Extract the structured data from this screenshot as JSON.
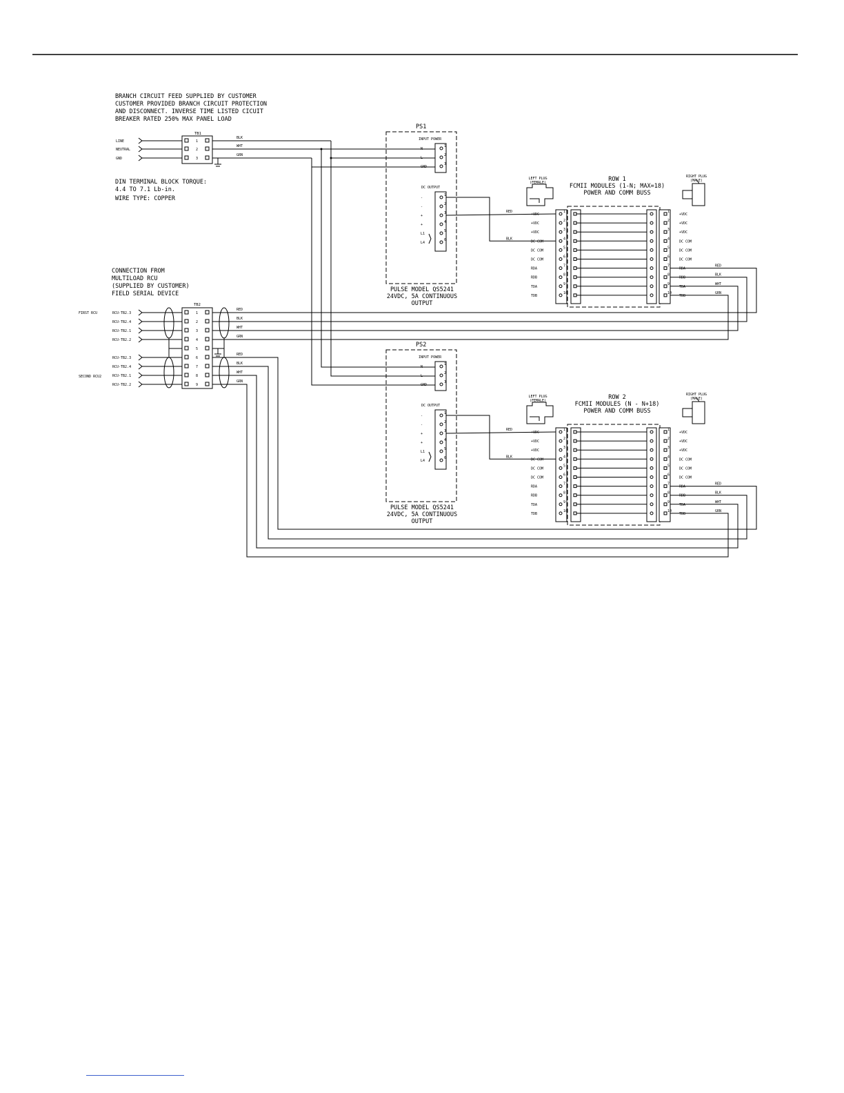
{
  "notes": {
    "branch_circuit": [
      "BRANCH CIRCUIT FEED SUPPLIED BY CUSTOMER",
      "CUSTOMER PROVIDED BRANCH CIRCUIT PROTECTION",
      "AND DISCONNECT. INVERSE TIME LISTED CICUIT",
      "BREAKER RATED 250% MAX PANEL LOAD"
    ],
    "din_block": [
      "DIN TERMINAL BLOCK TORQUE:",
      "4.4 TO 7.1 Lb-in.",
      "WIRE TYPE: COPPER"
    ],
    "connection": [
      "CONNECTION FROM",
      "MULTILOAD RCU",
      "(SUPPLIED BY CUSTOMER)",
      "FIELD SERIAL DEVICE"
    ]
  },
  "tb1": {
    "label": "TB1",
    "inputs": [
      "LINE",
      "NEUTRAL",
      "GND"
    ],
    "numbers": [
      "1",
      "2",
      "3"
    ],
    "wires": [
      "BLK",
      "WHT",
      "GRN"
    ]
  },
  "tb2": {
    "label": "TB2",
    "first_label": "FIRST RCU",
    "second_label": "SECOND RCU2",
    "inputs": [
      "RCU-TB2.3",
      "RCU-TB2.4",
      "RCU-TB2.1",
      "RCU-TB2.2",
      "RCU-TB2.3",
      "RCU-TB2.4",
      "RCU-TB2.1",
      "RCU-TB2.2"
    ],
    "numbers": [
      "1",
      "2",
      "3",
      "4",
      "5",
      "6",
      "7",
      "8",
      "9"
    ],
    "wires": [
      "RED",
      "BLK",
      "WHT",
      "GRN",
      "RED",
      "BLK",
      "WHT",
      "GRN"
    ]
  },
  "ps": [
    {
      "label": "PS1",
      "input_title": "INPUT POWER",
      "input_pins": [
        "N",
        "L",
        "GND"
      ],
      "dc_title": "DC OUTPUT",
      "dc_pins": [
        "-",
        "-",
        "+",
        "+",
        "L1",
        "L4"
      ],
      "model": [
        "PULSE MODEL QS5241",
        "24VDC, 5A CONTINUOUS",
        "OUTPUT"
      ]
    },
    {
      "label": "PS2",
      "input_title": "INPUT POWER",
      "input_pins": [
        "N",
        "L",
        "GND"
      ],
      "dc_title": "DC OUTPUT",
      "dc_pins": [
        "-",
        "-",
        "+",
        "+",
        "L1",
        "L4"
      ],
      "model": [
        "PULSE MODEL QS5241",
        "24VDC, 5A CONTINUOUS",
        "OUTPUT"
      ]
    }
  ],
  "rows": [
    {
      "title": [
        "ROW 1",
        "FCMII MODULES (1-N; MAX=18)",
        "POWER AND COMM BUSS"
      ],
      "left_plug": [
        "LEFT PLUG",
        "(FEMALE)"
      ],
      "right_plug": [
        "RIGHT PLUG",
        "(MALE)"
      ],
      "left_labels": [
        "+VDC",
        "+VDC",
        "+VDC",
        "DC COM",
        "DC COM",
        "DC COM",
        "RDA",
        "RDB",
        "TDA",
        "TDB"
      ],
      "right_labels": [
        "+VDC",
        "+VDC",
        "+VDC",
        "DC COM",
        "DC COM",
        "DC COM",
        "RDA",
        "RDB",
        "TDA",
        "TDB"
      ],
      "pin_numbers": [
        "1",
        "2",
        "3",
        "4",
        "5",
        "6",
        "7",
        "8",
        "9",
        "10"
      ],
      "ps_wires": [
        "RED",
        "BLK"
      ],
      "comm_wires": [
        "RED",
        "BLK",
        "WHT",
        "GRN"
      ]
    },
    {
      "title": [
        "ROW 2",
        "FCMII MODULES (N - N+18)",
        "POWER AND COMM BUSS"
      ],
      "left_plug": [
        "LEFT PLUG",
        "(FEMALE)"
      ],
      "right_plug": [
        "RIGHT PLUG",
        "(MALE)"
      ],
      "left_labels": [
        "+VDC",
        "+VDC",
        "+VDC",
        "DC COM",
        "DC COM",
        "DC COM",
        "RDA",
        "RDB",
        "TDA",
        "TDB"
      ],
      "right_labels": [
        "+VDC",
        "+VDC",
        "+VDC",
        "DC COM",
        "DC COM",
        "DC COM",
        "RDA",
        "RDB",
        "TDA",
        "TDB"
      ],
      "pin_numbers": [
        "1",
        "2",
        "3",
        "4",
        "5",
        "6",
        "7",
        "8",
        "9",
        "10"
      ],
      "ps_wires": [
        "RED",
        "BLK"
      ],
      "comm_wires": [
        "RED",
        "BLK",
        "WHT",
        "GRN"
      ]
    }
  ]
}
